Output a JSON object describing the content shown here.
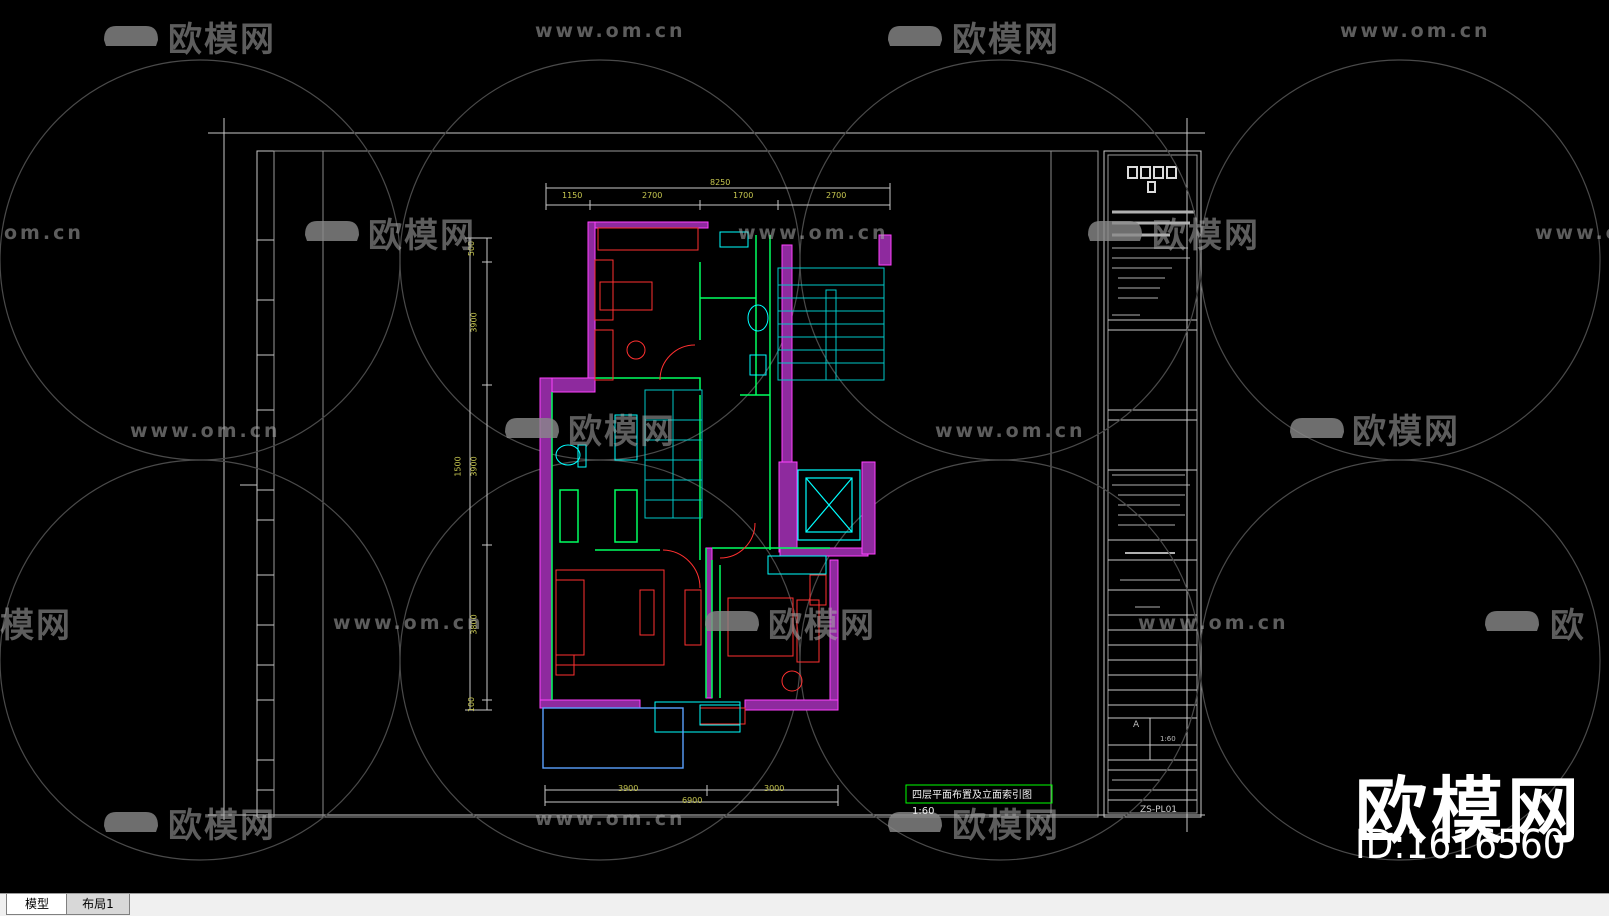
{
  "tabs": [
    {
      "label": "模型",
      "active": true
    },
    {
      "label": "布局1",
      "active": false
    }
  ],
  "watermark": {
    "brand_cn": "欧模网",
    "url": "www.om.cn",
    "url_partial": "om.cn",
    "brand_partial_left": "模网",
    "brand_partial_right": "欧"
  },
  "brand_overlay": {
    "name": "欧模网",
    "id": "ID:1616560"
  },
  "drawing": {
    "title": "四层平面布置及立面索引图 1:60",
    "sheet_number": "ZS-PL01"
  },
  "dimensions": {
    "top_total": "8250",
    "top_segments": [
      "1150",
      "2700",
      "1700",
      "2700"
    ],
    "bottom_segments": [
      "3900",
      "3000"
    ],
    "bottom_total": "6900",
    "left_total": "1500",
    "left_segments": [
      "500",
      "3900",
      "3900",
      "3800",
      "100"
    ]
  },
  "title_block": {
    "rev": "A",
    "scale": "1:60"
  },
  "colors": {
    "background": "#000000",
    "wall": "#a020a0",
    "wall_outline": "#ff00ff",
    "furniture": "#ff3030",
    "fixture": "#00ffff",
    "green": "#00ff00",
    "frame": "#c8c8c8",
    "watermark": "#9a9a9a",
    "tabbar": "#f0f0f0"
  }
}
